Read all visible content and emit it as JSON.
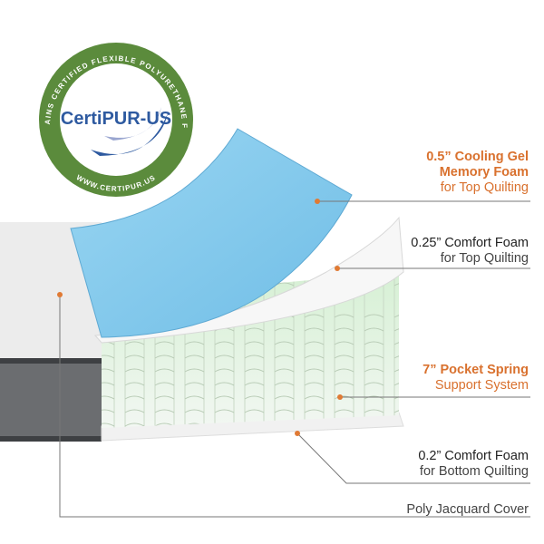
{
  "seal": {
    "brand": "CertiPUR-US",
    "ring_top": "CONTAINS CERTIFIED FLEXIBLE POLYURETHANE FOAM",
    "ring_bottom": "WWW.CERTIPUR.US"
  },
  "callouts": [
    {
      "title_lines": [
        "0.5” Cooling Gel",
        "Memory Foam"
      ],
      "subtitle": "for Top Quilting"
    },
    {
      "title_lines": [
        "0.25” Comfort Foam"
      ],
      "subtitle": "for Top Quilting"
    },
    {
      "title_lines": [
        "7” Pocket Spring"
      ],
      "subtitle": "Support System"
    },
    {
      "title_lines": [
        "0.2” Comfort Foam"
      ],
      "subtitle": "for Bottom Quilting"
    },
    {
      "title_lines": [],
      "subtitle": "Poly Jacquard Cover"
    }
  ],
  "colors": {
    "accent": "#d9712e",
    "seal_green": "#5b8b3c",
    "foam_blue": "#7cc6ea"
  }
}
